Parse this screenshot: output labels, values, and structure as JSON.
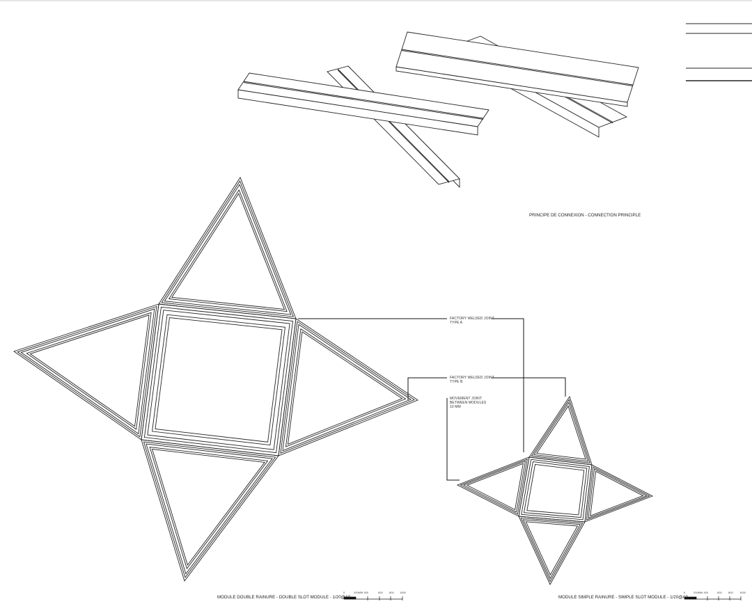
{
  "title_block": {
    "lines": 4
  },
  "captions": {
    "connection": "PRINCIPE DE CONNEXION - CONNECTION PRINCIPLE",
    "double_module": "MODULE DOUBLE RAINURE - DOUBLE SLOT MODULE - 1/20@A0",
    "simple_module": "MODULE SIMPLE RAINURE - SIMPLE SLOT MODULE - 1/20@A0"
  },
  "annotations": [
    {
      "line1": "FACTORY WELDED JOINT",
      "line2": "TYPE A"
    },
    {
      "line1": "FACTORY WELDED JOINT",
      "line2": "TYPE B"
    },
    {
      "line1": "MOVEMENT JOINT",
      "line2": "BETWEEN MODULES",
      "line3": "10 mm"
    }
  ],
  "scale_bar": {
    "ticks": [
      "0",
      "200MM 400",
      "600",
      "800",
      "1000"
    ]
  },
  "colors": {
    "line": "#111111",
    "background": "#ffffff"
  }
}
